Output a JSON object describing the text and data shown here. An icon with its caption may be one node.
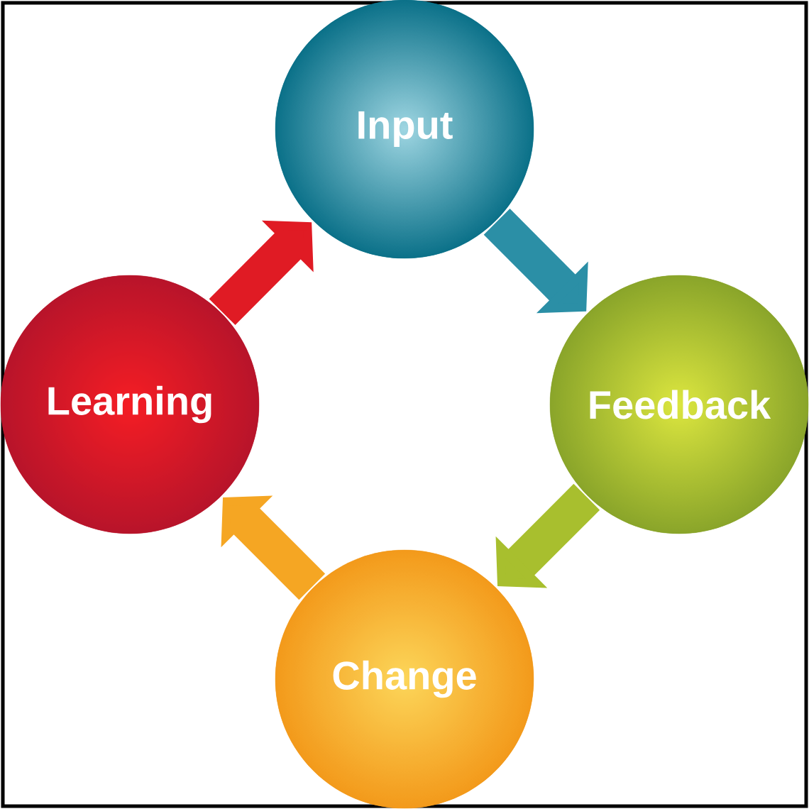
{
  "diagram": {
    "nodes": [
      {
        "text": [
          "Input"
        ]
      },
      {
        "text": [
          "Feedback"
        ]
      },
      {
        "text": [
          "Change"
        ]
      },
      {
        "text": [
          "Learning"
        ]
      }
    ],
    "edges": [
      {
        "from": 0,
        "to": 1,
        "arrow": "to",
        "color": "#2b8fa6"
      },
      {
        "from": 1,
        "to": 2,
        "arrow": "to",
        "color": "#a8bf2e"
      },
      {
        "from": 2,
        "to": 3,
        "arrow": "to",
        "color": "#f5a623"
      },
      {
        "from": 3,
        "to": 0,
        "arrow": "to",
        "color": "#e01b24"
      }
    ]
  }
}
